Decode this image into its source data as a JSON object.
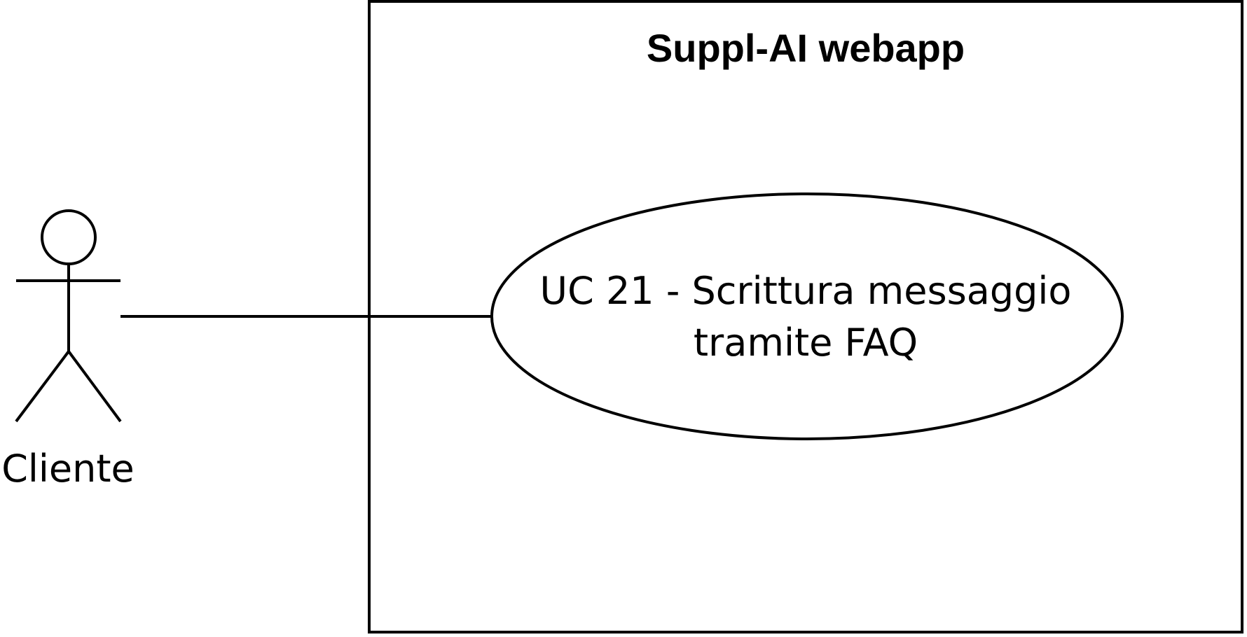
{
  "system": {
    "title": "Suppl-AI webapp"
  },
  "actor": {
    "label": "Cliente"
  },
  "use_case": {
    "line1": "UC 21 - Scrittura messaggio",
    "line2": "tramite FAQ"
  },
  "colors": {
    "stroke": "#000000",
    "background": "#ffffff"
  }
}
